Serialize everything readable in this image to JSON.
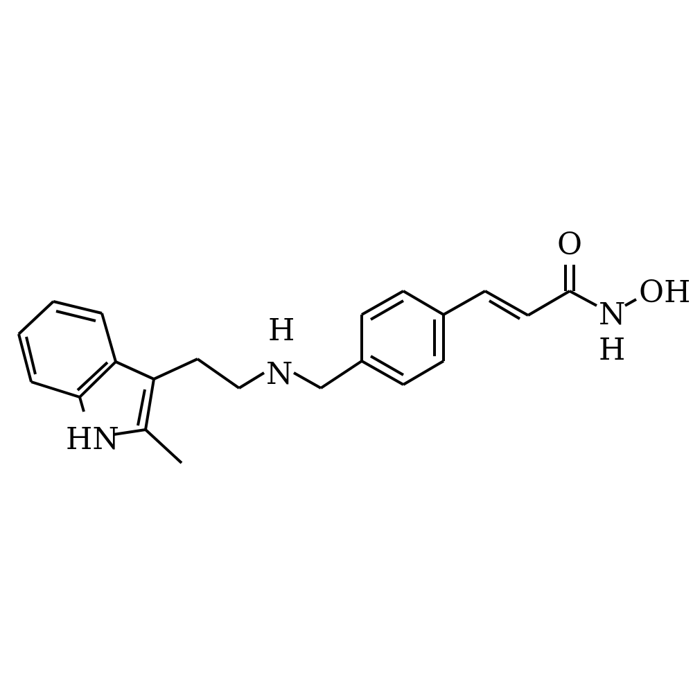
{
  "molecule": {
    "atoms": {
      "n_indole": "HN",
      "n_amine_h": "H",
      "n_amine": "N",
      "o_carbonyl": "O",
      "n_hydroxamic": "N",
      "n_hydroxamic_h": "H",
      "oh": "OH"
    },
    "colors": {
      "bond": "#000000",
      "background": "#ffffff"
    }
  }
}
